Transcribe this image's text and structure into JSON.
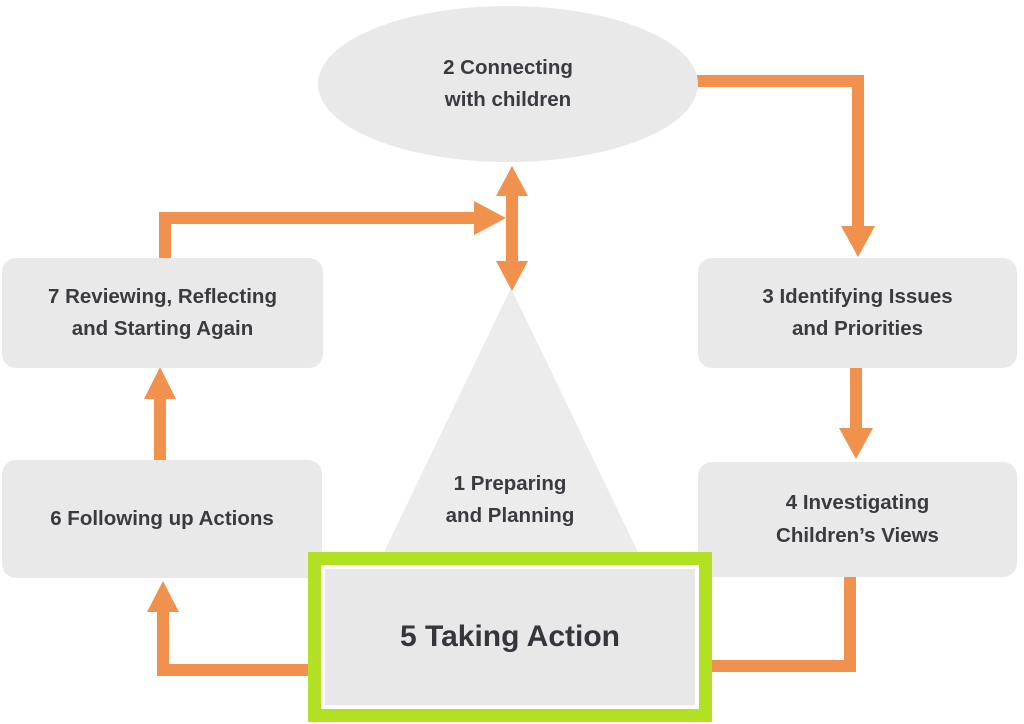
{
  "diagram": {
    "type": "cycle-flow",
    "description": "Seven-step participation cycle diagram with highlighted step 5",
    "nodes": {
      "preparing": {
        "id": 1,
        "label": "1 Preparing\nand Planning",
        "shape": "triangle"
      },
      "connecting": {
        "id": 2,
        "label": "2 Connecting\nwith children",
        "shape": "ellipse"
      },
      "identifying": {
        "id": 3,
        "label": "3 Identifying Issues\nand Priorities",
        "shape": "rounded-rect"
      },
      "investigating": {
        "id": 4,
        "label": "4 Investigating\nChildren’s Views",
        "shape": "rounded-rect"
      },
      "taking_action": {
        "id": 5,
        "label": "5 Taking Action",
        "shape": "rect",
        "highlighted": true
      },
      "following_up": {
        "id": 6,
        "label": "6 Following up Actions",
        "shape": "rounded-rect"
      },
      "reviewing": {
        "id": 7,
        "label": "7 Reviewing, Reflecting\nand Starting Again",
        "shape": "rounded-rect"
      }
    },
    "connections": [
      {
        "from": 2,
        "to": 3,
        "style": "elbow-right-down"
      },
      {
        "from": 3,
        "to": 4,
        "style": "straight-down"
      },
      {
        "from": 4,
        "to": 5,
        "style": "elbow-down-left"
      },
      {
        "from": 5,
        "to": 6,
        "style": "elbow-left-up"
      },
      {
        "from": 6,
        "to": 7,
        "style": "straight-up"
      },
      {
        "from": 7,
        "to": "center",
        "style": "elbow-up-right"
      },
      {
        "from": 2,
        "to": 1,
        "style": "double-headed-vertical",
        "bidirectional": true
      }
    ],
    "colors": {
      "arrow": "#F0914E",
      "shape_fill": "#E9E9E9",
      "triangle_fill": "#ECECEC",
      "highlight_border": "#B2E022",
      "highlight_fill": "#E8E8E8",
      "text": "#3A3A40",
      "background": "#FFFFFF"
    }
  }
}
